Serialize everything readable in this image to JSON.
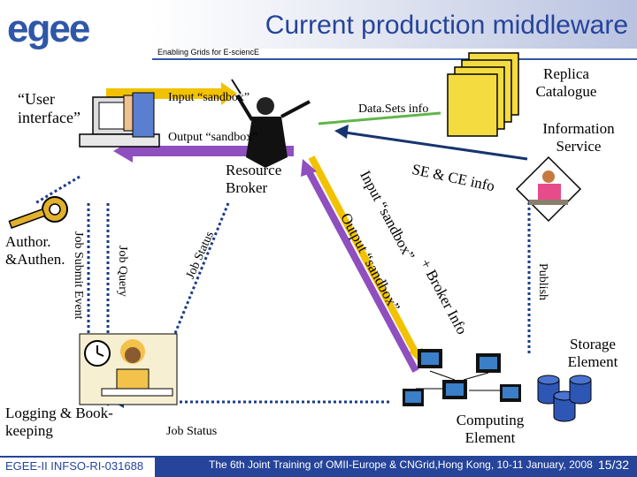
{
  "header": {
    "logo": "egee",
    "tagline": "Enabling Grids for E-sciencE",
    "title": "Current production middleware"
  },
  "labels": {
    "user_interface": "“User interface”",
    "input_sandbox": "Input “sandbox”",
    "output_sandbox": "Output “sandbox”",
    "datasets_info": "Data.Sets info",
    "replica_catalogue": "Replica Catalogue",
    "information_service": "Information Service",
    "resource_broker": "Resource Broker",
    "se_ce_info": "SE & CE info",
    "input_sandbox_diag": "Input “sandbox”",
    "broker_info": "+ Broker Info",
    "output_sandbox_diag": "Output “sandbox”",
    "author": "Author. &Authen.",
    "job_submit_event": "Job Submit Event",
    "job_query": "Job Query",
    "job_status_vert": "Job Status",
    "publish": "Publish",
    "storage_element": "Storage Element",
    "logging": "Logging & Book-keeping",
    "job_status": "Job Status",
    "computing_element": "Computing Element"
  },
  "footer": {
    "left": "EGEE-II INFSO-RI-031688",
    "center": "The 6th Joint Training of OMII-Europe & CNGrid,Hong Kong, 10-11 January, 2008",
    "page": "15/32"
  },
  "colors": {
    "brand_blue": "#26449a",
    "arrow_yellow": "#f2c200",
    "arrow_purple": "#8f4fbf",
    "arrow_green": "#62b54a",
    "arrow_dark": "#17346f"
  },
  "icons": [
    "key-icon",
    "computer-icon",
    "conductor-icon",
    "stack-of-pages-icon",
    "clock-icon",
    "person-at-desk-icon",
    "cluster-icon",
    "disk-cylinders-icon"
  ]
}
